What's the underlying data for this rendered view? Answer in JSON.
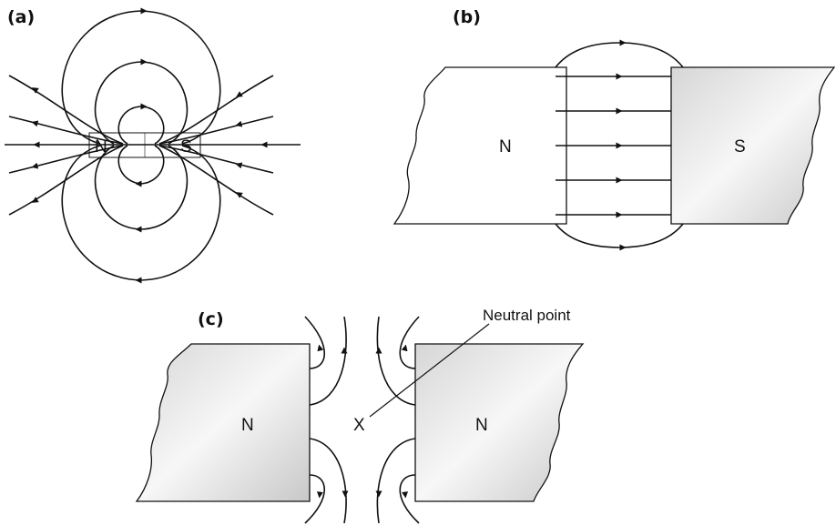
{
  "diagram": {
    "panels": [
      {
        "label": "(a)",
        "north": "N",
        "south": "S"
      },
      {
        "label": "(b)",
        "north": "N",
        "south": "S"
      },
      {
        "label": "(c)",
        "left_pole": "N",
        "right_pole": "N",
        "center_mark": "X",
        "annotation": "Neutral point"
      }
    ]
  }
}
